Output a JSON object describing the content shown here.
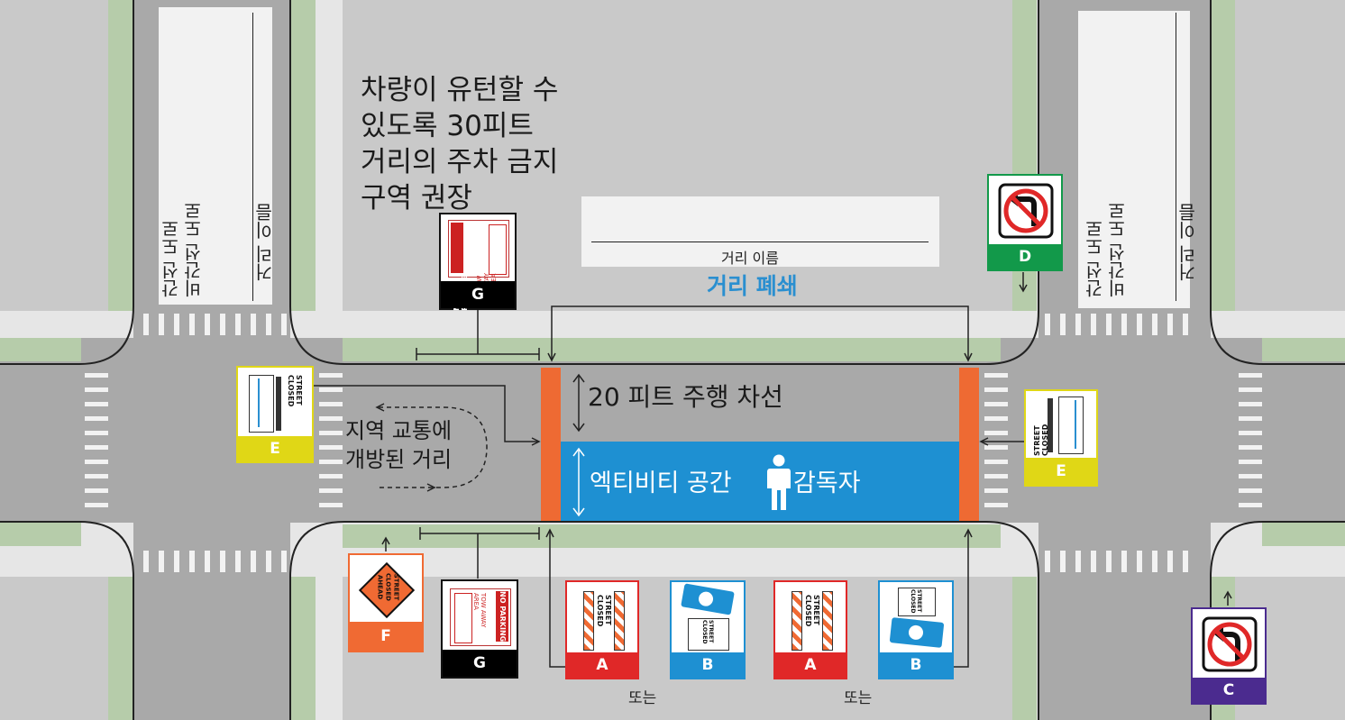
{
  "notes": {
    "parking_note": [
      "차량이 유턴할 수",
      "있도록 30피트",
      "거리의 주차 금지",
      "구역 권장"
    ],
    "street_closure": "거리 폐쇄",
    "travel_lane": "20 피트 주행 차선",
    "local_traffic": [
      "지역 교통에",
      "개방된 거리"
    ],
    "activity_space": "엑티비티 공간",
    "supervisor": "감독자",
    "or": "또는"
  },
  "street_labels": {
    "arterial": [
      "간선 도로",
      "비간선 도로"
    ],
    "street_name": "거리 이름"
  },
  "signs": [
    {
      "id": "sign-g-top",
      "letter": "G",
      "color": "#000000",
      "content": "NO PARKING / TOW AWAY AREA"
    },
    {
      "id": "sign-d",
      "letter": "D",
      "color": "#12994a",
      "content": "no-right-turn-icon"
    },
    {
      "id": "sign-e-left",
      "letter": "E",
      "color": "#e0d716",
      "content": "STREET CLOSED"
    },
    {
      "id": "sign-e-right",
      "letter": "E",
      "color": "#e0d716",
      "content": "STREET CLOSED"
    },
    {
      "id": "sign-f",
      "letter": "F",
      "color": "#f06a33",
      "content": "STREET CLOSED AHEAD"
    },
    {
      "id": "sign-g-bottom",
      "letter": "G",
      "color": "#000000",
      "content": "NO PARKING / TOW AWAY AREA"
    },
    {
      "id": "sign-a-1",
      "letter": "A",
      "color": "#e02828",
      "content": "STREET CLOSED"
    },
    {
      "id": "sign-b-1",
      "letter": "B",
      "color": "#1e90d2",
      "content": "STREET CLOSED"
    },
    {
      "id": "sign-a-2",
      "letter": "A",
      "color": "#e02828",
      "content": "STREET CLOSED"
    },
    {
      "id": "sign-b-2",
      "letter": "B",
      "color": "#1e90d2",
      "content": "STREET CLOSED"
    },
    {
      "id": "sign-c",
      "letter": "C",
      "color": "#4b2b8f",
      "content": "no-left-turn-icon"
    }
  ],
  "sign_text": {
    "no_parking": "NO PARKING",
    "tow_away": "TOW AWAY AREA",
    "street": "STREET",
    "closed": "CLOSED",
    "ahead": "AHEAD",
    "street_closed": "STREET CLOSED"
  },
  "colors": {
    "road": "#a9a9a9",
    "block": "#c9c9c9",
    "sidewalk": "#e6e6e6",
    "grass": "#b6ccaa",
    "activity": "#1e90d2",
    "barrier": "#ee6a33",
    "accent_text": "#2a8fd0"
  }
}
